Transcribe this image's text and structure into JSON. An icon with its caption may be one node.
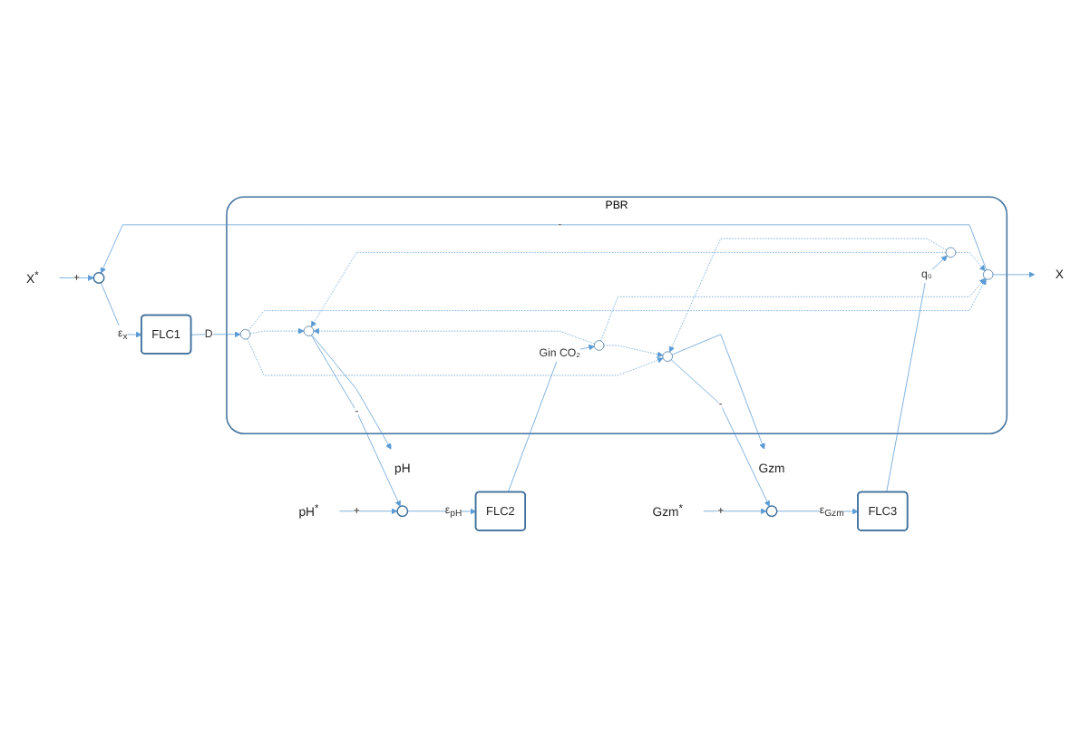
{
  "diagram": {
    "nodes": [
      {
        "text": [
          "X$^{*}$"
        ]
      },
      {
        "text": [],
        "shape": "circle"
      },
      {
        "text": [
          "FLC1"
        ]
      },
      {
        "text": [
          "pH$^{*}$"
        ]
      },
      {
        "text": [],
        "shape": "circle"
      },
      {
        "text": [
          "FLC2"
        ]
      },
      {
        "text": [
          "Gzm$^{*}$"
        ]
      },
      {
        "text": [],
        "shape": "circle"
      },
      {
        "text": [
          "FLC3"
        ]
      },
      {
        "text": [
          "PBR"
        ]
      },
      {
        "text": [],
        "shape": "dot",
        "in": 9
      },
      {
        "text": [],
        "shape": "dot",
        "in": 9
      },
      {
        "text": [],
        "shape": "dot",
        "in": 9
      },
      {
        "text": [],
        "shape": "dot",
        "in": 9
      },
      {
        "text": [],
        "shape": "dot",
        "in": 9
      },
      {
        "text": [],
        "shape": "dot",
        "in": 9
      },
      {
        "text": [
          "X"
        ]
      },
      {
        "text": [
          "pH"
        ]
      },
      {
        "text": [
          "Gzm"
        ]
      }
    ],
    "edges": [
      {
        "from": 0,
        "to": 1,
        "arrow": "to",
        "label": "+"
      },
      {
        "from": 1,
        "to": 2,
        "arrow": "to",
        "label": "ε$_{x}$"
      },
      {
        "from": 2,
        "to": 10,
        "arrow": "to",
        "label": "D"
      },
      {
        "from": 3,
        "to": 4,
        "arrow": "to",
        "label": "+"
      },
      {
        "from": 4,
        "to": 5,
        "arrow": "to",
        "label": "ε$_{pH}$"
      },
      {
        "from": 5,
        "to": 11,
        "arrow": "to",
        "label": "Gin CO₂"
      },
      {
        "from": 6,
        "to": 7,
        "arrow": "to",
        "label": "+"
      },
      {
        "from": 7,
        "to": 8,
        "arrow": "to",
        "label": "ε$_{Gzm}$"
      },
      {
        "from": 8,
        "to": 12,
        "arrow": "to",
        "label": "q₀"
      },
      {
        "from": 10,
        "to": 13,
        "arrow": "to",
        "style": "dashed"
      },
      {
        "from": 10,
        "to": 14,
        "arrow": "to",
        "style": "dashed"
      },
      {
        "from": 10,
        "to": 15,
        "arrow": "to",
        "style": "dashed"
      },
      {
        "from": 11,
        "to": 13,
        "arrow": "to",
        "style": "dashed"
      },
      {
        "from": 11,
        "to": 14,
        "arrow": "to",
        "style": "dashed"
      },
      {
        "from": 11,
        "to": 15,
        "arrow": "to",
        "style": "dashed"
      },
      {
        "from": 12,
        "to": 13,
        "arrow": "to",
        "style": "dashed"
      },
      {
        "from": 12,
        "to": 14,
        "arrow": "to",
        "style": "dashed"
      },
      {
        "from": 12,
        "to": 15,
        "arrow": "to",
        "style": "dashed"
      },
      {
        "from": 13,
        "to": 16,
        "arrow": "to"
      },
      {
        "from": 14,
        "to": 17,
        "arrow": "to"
      },
      {
        "from": 15,
        "to": 18,
        "arrow": "to"
      },
      {
        "from": 13,
        "to": 1,
        "arrow": "to",
        "label": "-"
      },
      {
        "from": 14,
        "to": 4,
        "arrow": "to",
        "label": "-"
      },
      {
        "from": 15,
        "to": 7,
        "arrow": "to",
        "label": "-"
      }
    ]
  }
}
